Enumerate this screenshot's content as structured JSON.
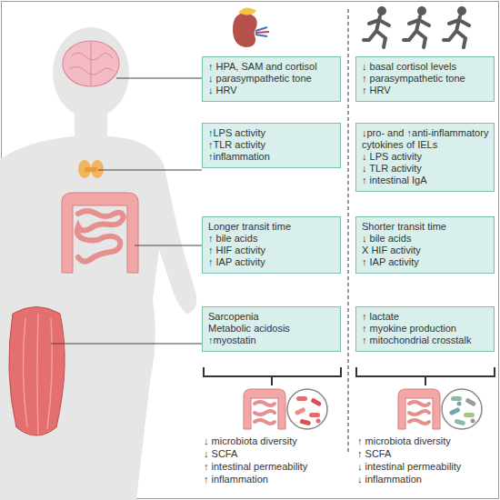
{
  "diagram": {
    "nodes": [
      {
        "text": [
          "↑ HPA, SAM and cortisol",
          "↓ parasympathetic tone",
          "↓ HRV"
        ]
      },
      {
        "text": [
          "↑LPS activity",
          "↑TLR activity",
          "↑inflammation"
        ]
      },
      {
        "text": [
          "Longer transit time",
          "↑ bile acids",
          "↑ HIF activity",
          "↑ IAP activity"
        ]
      },
      {
        "text": [
          "Sarcopenia",
          "Metabolic acidosis",
          "↑myostatin"
        ]
      },
      {
        "text": [
          "↓ basal cortisol levels",
          "↑ parasympathetic tone",
          "↑ HRV"
        ]
      },
      {
        "text": [
          "↓pro- and ↑anti-inflammatory cytokines of IELs",
          "↓ LPS activity",
          "↓ TLR activity",
          "↑ intestinal IgA"
        ]
      },
      {
        "text": [
          "Shorter transit time",
          "↓ bile acids",
          "X HIF activity",
          "↑ IAP activity"
        ]
      },
      {
        "text": [
          "↑ lactate",
          "↑ myokine production",
          "↑ mitochondrial crosstalk"
        ]
      }
    ],
    "labels": [
      "↓ microbiota diversity",
      "↓ SCFA",
      "↑ intestinal permeability",
      "↑ inflammation",
      "↑ microbiota diversity",
      "↑ SCFA",
      "↓ intestinal permeability",
      "↓ inflammation"
    ]
  }
}
